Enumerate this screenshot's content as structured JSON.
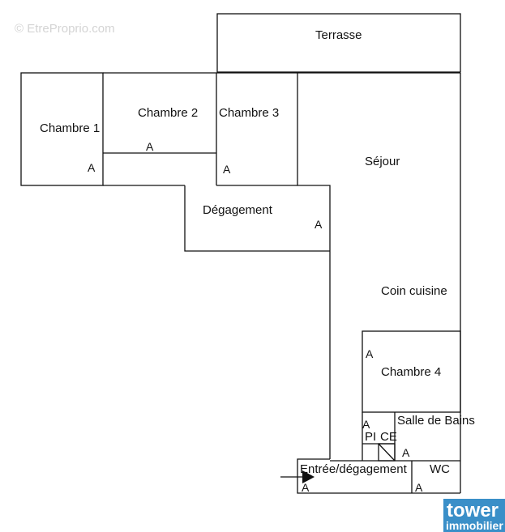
{
  "watermark": "© EtreProprio.com",
  "rooms": {
    "terrasse": "Terrasse",
    "chambre1": "Chambre 1",
    "chambre2": "Chambre 2",
    "chambre3": "Chambre 3",
    "sejour": "Séjour",
    "degagement": "Dégagement",
    "coin_cuisine": "Coin cuisine",
    "chambre4": "Chambre 4",
    "salle_de_bains": "Salle de Bains",
    "placard": "PI",
    "chauffe_eau": "CE",
    "entree": "Entrée/dégagement",
    "wc": "WC"
  },
  "door_mark": "A",
  "logo": {
    "line1": "tower",
    "line2": "immobilier",
    "color": "#3a8fc8"
  }
}
